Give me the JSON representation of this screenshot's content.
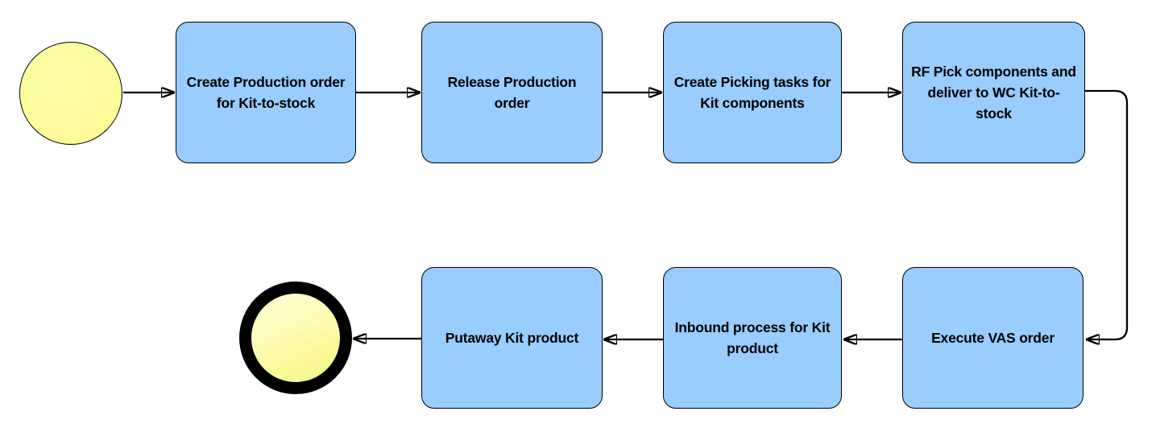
{
  "colors": {
    "task_fill": "#99CCFF",
    "task_border": "#000000",
    "event_fill": "#FFFF99",
    "event_highlight": "#FFFFD2",
    "line": "#000000",
    "text": "#000000",
    "background": "#FFFFFF"
  },
  "diagram": {
    "type": "process-flow",
    "icons": {
      "start_event": "start-event-circle",
      "end_event": "end-event-circle"
    },
    "steps": [
      {
        "label": "Create Production order\nfor Kit-to-stock"
      },
      {
        "label": "Release Production\norder"
      },
      {
        "label": "Create Picking tasks for\nKit components"
      },
      {
        "label": "RF Pick components and\ndeliver to WC Kit-to-\nstock"
      },
      {
        "label": "Execute VAS order"
      },
      {
        "label": "Inbound process for Kit\nproduct"
      },
      {
        "label": "Putaway Kit product"
      }
    ]
  }
}
